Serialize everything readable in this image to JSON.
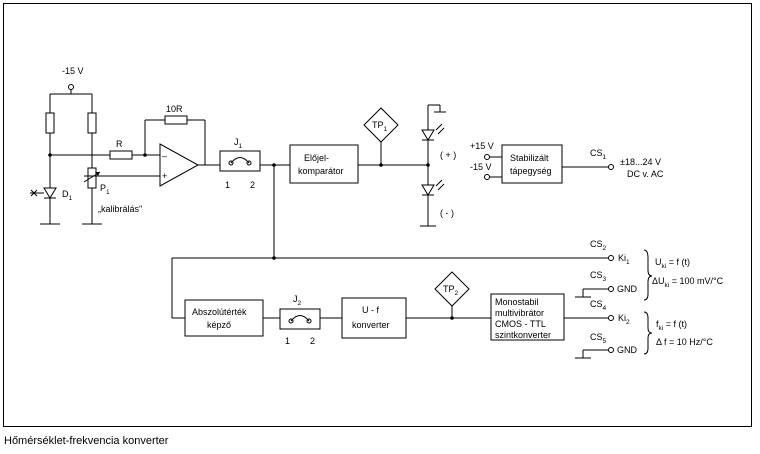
{
  "caption": "Hőmérséklet-frekvencia konverter",
  "supply": {
    "neg15_top": "-15 V",
    "plus15": "+15 V",
    "neg15": "-15 V"
  },
  "components": {
    "R": "R",
    "R10": "10R",
    "D1": "D",
    "D1_sub": "1",
    "P1": "P",
    "P1_sub": "1",
    "P1_note": "„kalibrálás\"",
    "J1": "J",
    "J1_sub": "1",
    "J1_pin1": "1",
    "J1_pin2": "2",
    "J2": "J",
    "J2_sub": "2",
    "J2_pin1": "1",
    "J2_pin2": "2",
    "TP1": "TP",
    "TP1_sub": "1",
    "TP2": "TP",
    "TP2_sub": "2",
    "led_plus": "( + )",
    "led_minus": "( - )"
  },
  "blocks": {
    "elojel_1": "Előjel-",
    "elojel_2": "komparátor",
    "stab_1": "Stabilizált",
    "stab_2": "tápegység",
    "absz_1": "Abszolútérték",
    "absz_2": "képző",
    "uf_1": "U - f",
    "uf_2": "konverter",
    "mono_1": "Monostabil",
    "mono_2": "multivibrátor",
    "mono_3": "CMOS - TTL",
    "mono_4": "szintkonverter"
  },
  "connectors": {
    "CS1": "CS",
    "CS1_sub": "1",
    "cs1_value": "±18...24 V",
    "cs1_type": "DC v. AC",
    "CS2": "CS",
    "CS2_sub": "2",
    "ki1": "Ki",
    "ki1_sub": "1",
    "CS3": "CS",
    "CS3_sub": "3",
    "gnd1": "GND",
    "CS4": "CS",
    "CS4_sub": "4",
    "ki2": "Ki",
    "ki2_sub": "2",
    "CS5": "CS",
    "CS5_sub": "5",
    "gnd2": "GND"
  },
  "equations": {
    "u1_a": "U",
    "u1_sub": "ki",
    "u1_b": " = f (t)",
    "u2_a": "ΔU",
    "u2_sub": "ki",
    "u2_b": " = 100 mV/°C",
    "f1_a": "f",
    "f1_sub": "ki",
    "f1_b": " = f (t)",
    "f2": "Δ f = 10 Hz/°C"
  }
}
